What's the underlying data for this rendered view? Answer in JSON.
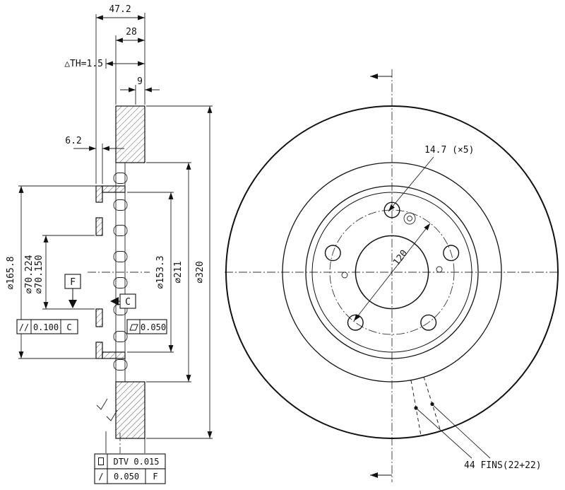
{
  "section": {
    "dim_overall_width": "47.2",
    "dim_disc_thickness": "28",
    "dim_min_thickness": "△TH=1.5",
    "dim_plate_thickness": "9",
    "dim_wall_thickness": "6.2",
    "dia_hat": "⌀165.8",
    "dia_bore_upper": "⌀70.224",
    "dia_bore_lower": "⌀70.150",
    "dia_flange": "⌀153.3",
    "dia_vent_inner": "⌀211",
    "dia_outer": "⌀320",
    "datum_f": "F",
    "datum_c": "C",
    "tol_parallelism": {
      "symbol": "//",
      "value": "0.100",
      "datum": "C"
    },
    "tol_flatness": {
      "value": "0.050"
    },
    "tol_dtv": {
      "label": "DTV 0.015"
    },
    "tol_runout": {
      "symbol": "/",
      "value": "0.050",
      "datum": "F"
    }
  },
  "front": {
    "label_bolt_holes": "14.7 (×5)",
    "dim_bolt_circle": "120",
    "label_fins": "44 FINS(22+22)"
  }
}
